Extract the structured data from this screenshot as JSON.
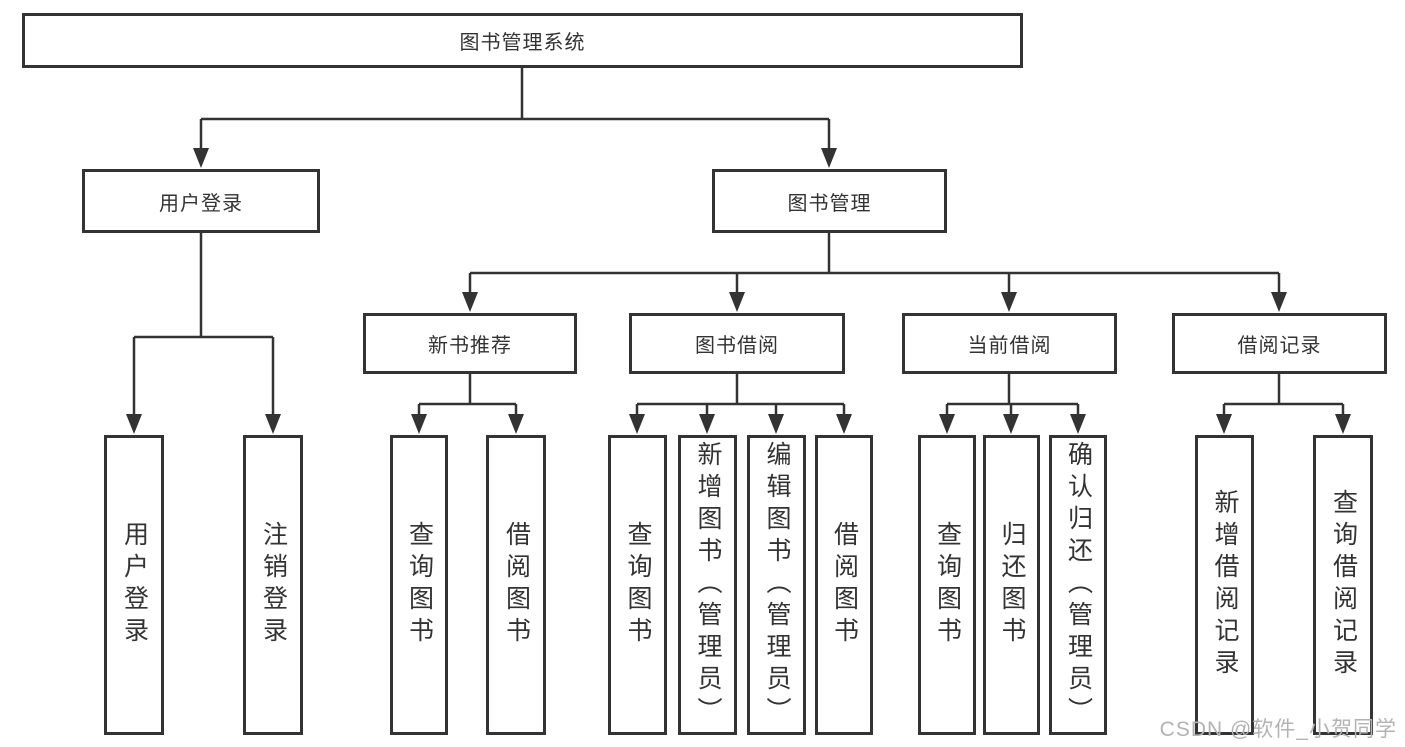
{
  "diagram": {
    "root": {
      "label": "图书管理系统"
    },
    "level2": [
      {
        "label": "用户登录"
      },
      {
        "label": "图书管理"
      }
    ],
    "level3": [
      {
        "label": "新书推荐"
      },
      {
        "label": "图书借阅"
      },
      {
        "label": "当前借阅"
      },
      {
        "label": "借阅记录"
      }
    ],
    "leaves": {
      "user_login": [
        {
          "label": "用户登录"
        },
        {
          "label": "注销登录"
        }
      ],
      "new_books": [
        {
          "label": "查询图书"
        },
        {
          "label": "借阅图书"
        }
      ],
      "book_borrow": [
        {
          "label": "查询图书"
        },
        {
          "label": "新增图书（管理员）"
        },
        {
          "label": "编辑图书（管理员）"
        },
        {
          "label": "借阅图书"
        }
      ],
      "current_borrow": [
        {
          "label": "查询图书"
        },
        {
          "label": "归还图书"
        },
        {
          "label": "确认归还（管理员）"
        }
      ],
      "borrow_records": [
        {
          "label": "新增借阅记录"
        },
        {
          "label": "查询借阅记录"
        }
      ]
    }
  },
  "watermark": "CSDN @软件_小贺同学",
  "colors": {
    "line": "#333333",
    "text": "#333333",
    "watermark": "#b3b3b3",
    "background": "#ffffff"
  }
}
